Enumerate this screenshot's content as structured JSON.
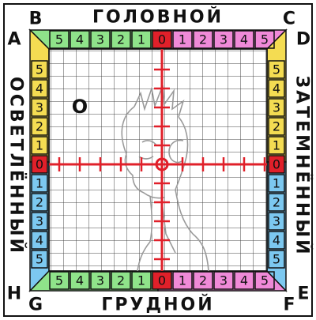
{
  "labels": {
    "top": "ГОЛОВНОЙ",
    "bottom": "ГРУДНОЙ",
    "left": "ОСВЕТЛЁННЫЙ",
    "right": "ЗАТЕМНЁННЫЙ"
  },
  "corners": {
    "top_left_outer": "B",
    "top_left_inner": "A",
    "top_right_outer": "C",
    "top_right_inner": "D",
    "bottom_left_inner": "H",
    "bottom_left_outer": "G",
    "bottom_right_inner": "E",
    "bottom_right_outer": "F"
  },
  "scales": {
    "top": [
      "5",
      "4",
      "3",
      "2",
      "1",
      "0",
      "1",
      "2",
      "3",
      "4",
      "5"
    ],
    "bottom": [
      "5",
      "4",
      "3",
      "2",
      "1",
      "0",
      "1",
      "2",
      "3",
      "4",
      "5"
    ],
    "left": [
      "5",
      "4",
      "3",
      "2",
      "1",
      "0",
      "1",
      "2",
      "3",
      "4",
      "5"
    ],
    "right": [
      "5",
      "4",
      "3",
      "2",
      "1",
      "0",
      "1",
      "2",
      "3",
      "4",
      "5"
    ]
  },
  "colors": {
    "green": "#8fe38a",
    "pink": "#f08ad8",
    "yellow": "#f4dc52",
    "blue": "#7cc8f0",
    "red": "#e0202a",
    "grid": "#333333"
  },
  "marker": {
    "symbol": "O",
    "x": -4,
    "y": 3
  }
}
